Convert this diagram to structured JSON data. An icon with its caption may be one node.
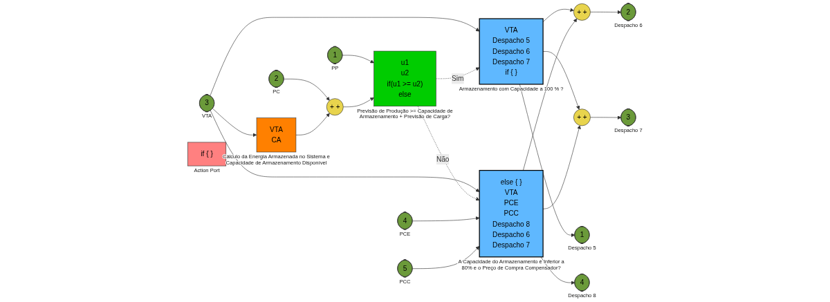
{
  "diagram": {
    "nodes": [
      {
        "text": [
          "if { }"
        ],
        "beside": [
          "Action Port"
        ]
      },
      {
        "text": [
          "1"
        ],
        "beside": [
          "PP"
        ]
      },
      {
        "text": [
          "2"
        ],
        "beside": [
          "PC"
        ]
      },
      {
        "text": [
          "3"
        ],
        "beside": [
          "VTA"
        ]
      },
      {
        "text": [
          "VTA",
          "CA"
        ],
        "beside": [
          "Cálculo da Energia Armazenada no Sistema e Capacidade de Armazenamento Disponível"
        ]
      },
      {
        "text": [
          "+ +"
        ]
      },
      {
        "text": [
          "u1",
          "u2",
          "if(u1 >= u2)",
          "else"
        ],
        "beside": [
          "Previsão de Produção >= Capacidade de Armazenamento + Previsão de Carga?"
        ]
      },
      {
        "text": [
          "VTA",
          "Despacho 5",
          "Despacho 6",
          "Despacho 7",
          "if { }"
        ],
        "beside": [
          "Armazenamento com Capacidade a 100 % ?"
        ]
      },
      {
        "text": [
          "else { }",
          "VTA",
          "PCE",
          "PCC",
          "Despacho 8",
          "Despacho 6",
          "Despacho 7"
        ],
        "beside": [
          "A Capacidade do Armazenamento é Inferior a 80% e o Preço de Compra Compensador?"
        ]
      },
      {
        "text": [
          "4"
        ],
        "beside": [
          "PCE"
        ]
      },
      {
        "text": [
          "5"
        ],
        "beside": [
          "PCC"
        ]
      },
      {
        "text": [
          "+ +"
        ]
      },
      {
        "text": [
          "+ +"
        ]
      },
      {
        "text": [
          "1"
        ],
        "beside": [
          "Despacho 5"
        ]
      },
      {
        "text": [
          "2"
        ],
        "beside": [
          "Despacho 6"
        ]
      },
      {
        "text": [
          "3"
        ],
        "beside": [
          "Despacho 7"
        ]
      },
      {
        "text": [
          "4"
        ],
        "beside": [
          "Despacho 8"
        ]
      }
    ],
    "edges": [
      {
        "from": 1,
        "to": 6,
        "arrow": "to"
      },
      {
        "from": 2,
        "to": 5,
        "arrow": "to"
      },
      {
        "from": 3,
        "to": 4,
        "arrow": "to"
      },
      {
        "from": 4,
        "to": 5,
        "arrow": "to"
      },
      {
        "from": 5,
        "to": 6,
        "arrow": "to"
      },
      {
        "from": 3,
        "to": 7,
        "arrow": "to"
      },
      {
        "from": 3,
        "to": 8,
        "arrow": "to"
      },
      {
        "from": 6,
        "to": 7,
        "arrow": "to",
        "label": "Sim",
        "style": "dashed"
      },
      {
        "from": 6,
        "to": 8,
        "arrow": "to",
        "label": "Não",
        "style": "dashed"
      },
      {
        "from": 9,
        "to": 8,
        "arrow": "to"
      },
      {
        "from": 10,
        "to": 8,
        "arrow": "to"
      },
      {
        "from": 7,
        "to": 13,
        "arrow": "to"
      },
      {
        "from": 7,
        "to": 11,
        "arrow": "to"
      },
      {
        "from": 7,
        "to": 12,
        "arrow": "to"
      },
      {
        "from": 8,
        "to": 16,
        "arrow": "to"
      },
      {
        "from": 8,
        "to": 11,
        "arrow": "to"
      },
      {
        "from": 8,
        "to": 12,
        "arrow": "to"
      },
      {
        "from": 11,
        "to": 14,
        "arrow": "to"
      },
      {
        "from": 12,
        "to": 15,
        "arrow": "to"
      }
    ]
  }
}
